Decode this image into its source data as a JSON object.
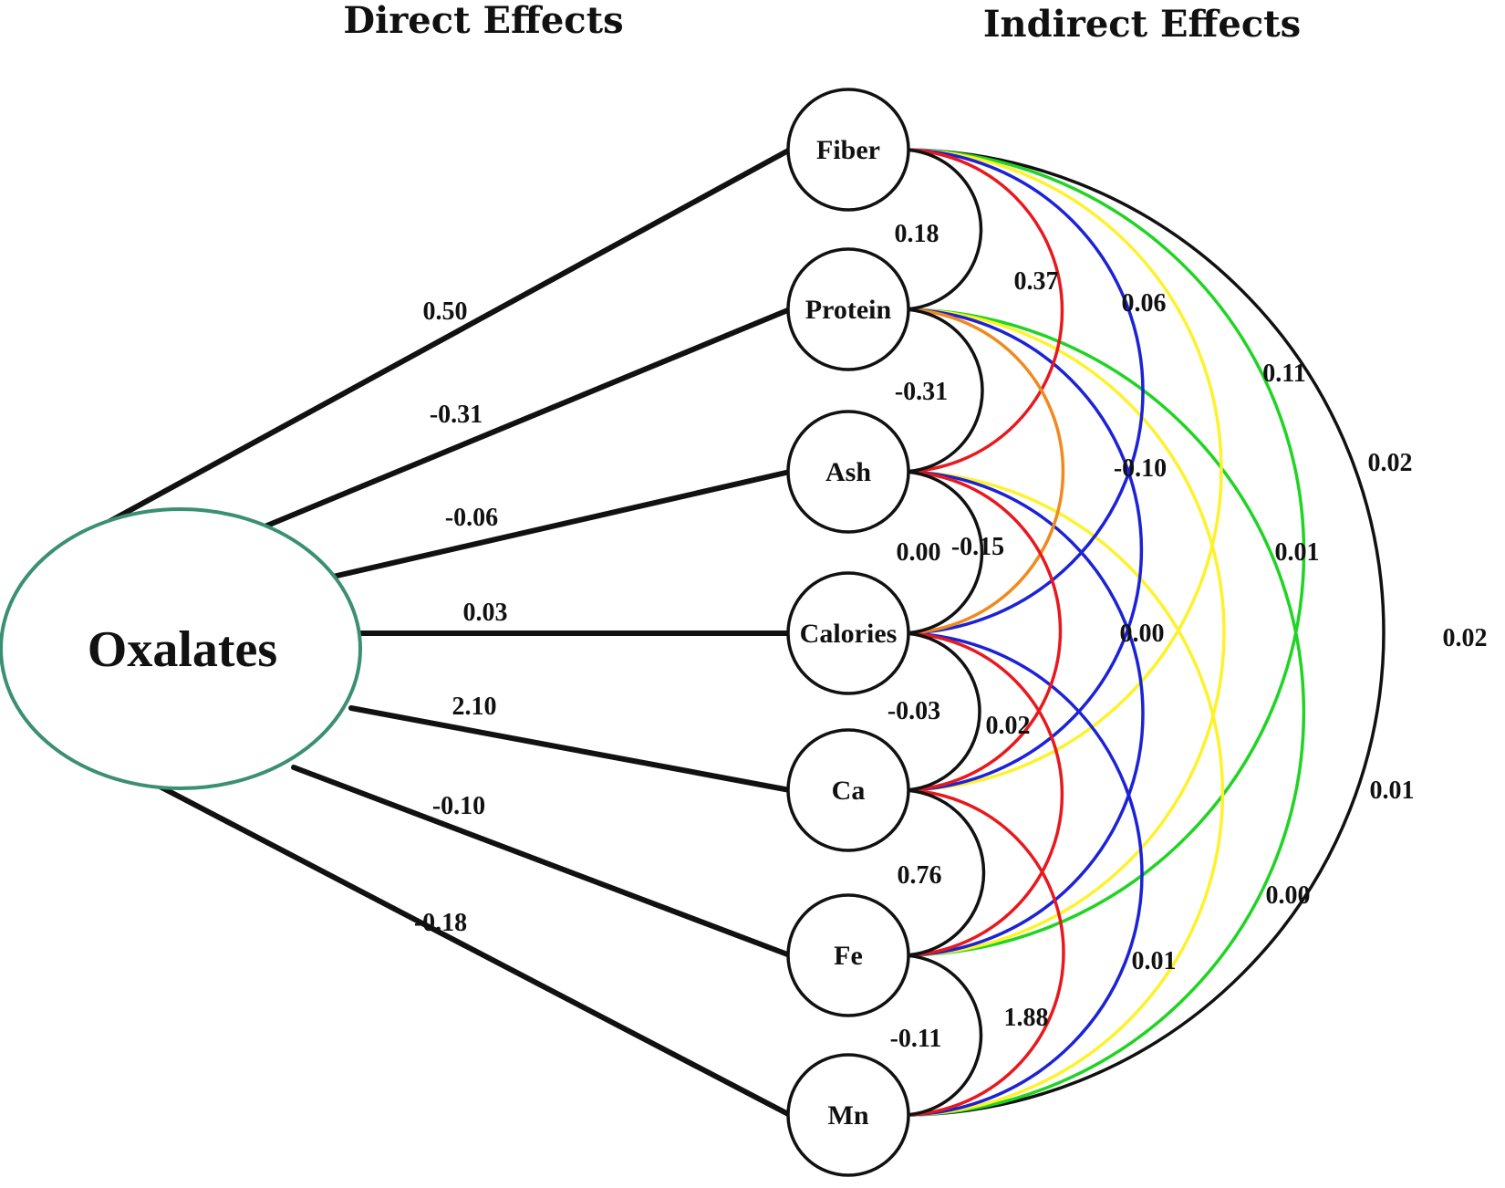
{
  "headers": {
    "direct": "Direct Effects",
    "indirect": "Indirect Effects"
  },
  "source": {
    "name": "Oxalates",
    "border_color": "#3a8f74"
  },
  "nodes": [
    "Fiber",
    "Protein",
    "Ash",
    "Calories",
    "Ca",
    "Fe",
    "Mn"
  ],
  "direct_effects": [
    {
      "target": "Fiber",
      "value": "0.50"
    },
    {
      "target": "Protein",
      "value": "-0.31"
    },
    {
      "target": "Ash",
      "value": "-0.06"
    },
    {
      "target": "Calories",
      "value": "0.03"
    },
    {
      "target": "Ca",
      "value": "2.10"
    },
    {
      "target": "Fe",
      "value": "-0.10"
    },
    {
      "target": "Mn",
      "value": "-0.18"
    }
  ],
  "indirect_labels": [
    {
      "text": "0.18"
    },
    {
      "text": "0.37"
    },
    {
      "text": "0.06"
    },
    {
      "text": "0.11"
    },
    {
      "text": "0.02"
    },
    {
      "text": "0.02"
    },
    {
      "text": "-0.31"
    },
    {
      "text": "-0.10"
    },
    {
      "text": "0.01"
    },
    {
      "text": "0.00"
    },
    {
      "text": "-0.15"
    },
    {
      "text": "0.00"
    },
    {
      "text": "-0.03"
    },
    {
      "text": "0.02"
    },
    {
      "text": "0.01"
    },
    {
      "text": "0.76"
    },
    {
      "text": "0.00"
    },
    {
      "text": "0.01"
    },
    {
      "text": "-0.11"
    },
    {
      "text": "1.88"
    }
  ],
  "arc_colors": {
    "span1": "#111111",
    "span2": "#e8191e",
    "span3": "#1c23d6",
    "span4": "#fef22c",
    "span5": "#1fd423",
    "span6": "#111111",
    "orange": "#f08a1e"
  }
}
